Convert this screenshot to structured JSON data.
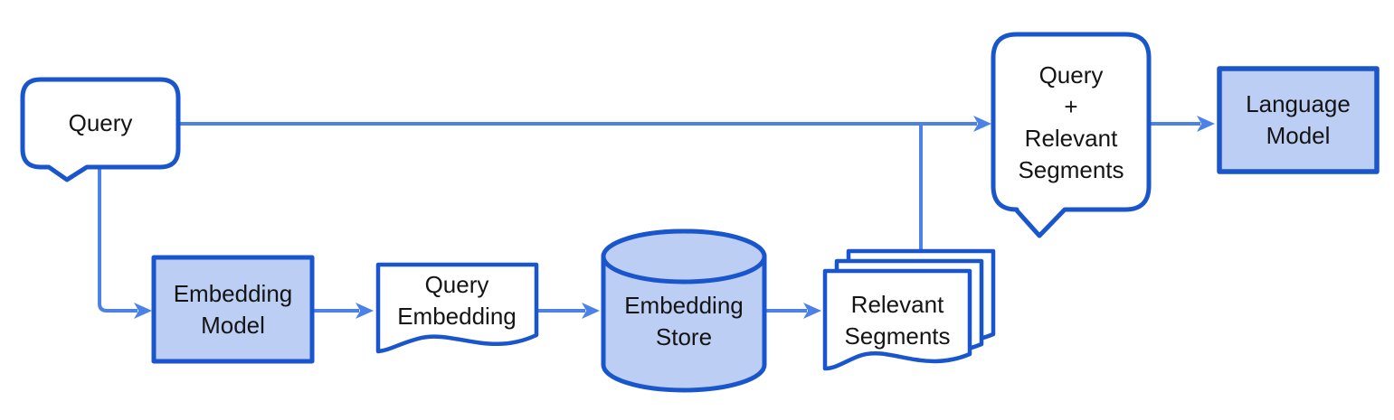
{
  "diagram": {
    "nodes": {
      "query": {
        "label": "Query",
        "shape": "speech-bubble"
      },
      "embedding_model": {
        "label": "Embedding\nModel",
        "shape": "rectangle"
      },
      "query_embedding": {
        "label": "Query\nEmbedding",
        "shape": "document"
      },
      "embedding_store": {
        "label": "Embedding\nStore",
        "shape": "cylinder"
      },
      "relevant_segments": {
        "label": "Relevant\nSegments",
        "shape": "multi-document"
      },
      "query_plus_segments": {
        "label": "Query\n+\nRelevant\nSegments",
        "shape": "speech-bubble"
      },
      "language_model": {
        "label": "Language\nModel",
        "shape": "rectangle"
      }
    },
    "edges": [
      {
        "from": "query",
        "to": "query_plus_segments"
      },
      {
        "from": "query",
        "to": "embedding_model"
      },
      {
        "from": "embedding_model",
        "to": "query_embedding"
      },
      {
        "from": "query_embedding",
        "to": "embedding_store"
      },
      {
        "from": "embedding_store",
        "to": "relevant_segments"
      },
      {
        "from": "relevant_segments",
        "to": "query_plus_segments"
      },
      {
        "from": "query_plus_segments",
        "to": "language_model"
      }
    ],
    "colors": {
      "node_border": "#1956cd",
      "node_fill_light": "#bccef3",
      "node_fill_white": "#ffffff",
      "connector": "#4c82e8",
      "text": "#141414",
      "background": "#ffffff"
    }
  }
}
